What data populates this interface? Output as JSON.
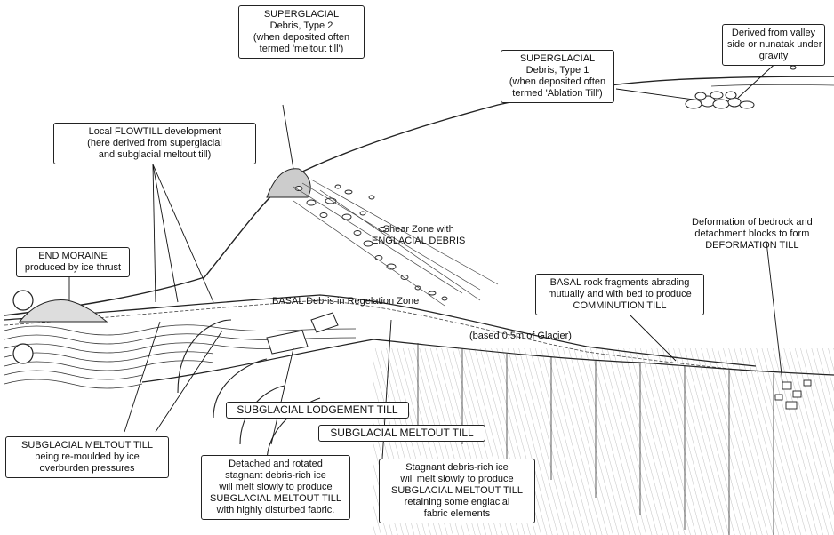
{
  "labels": {
    "superglacial_type2": [
      "SUPERGLACIAL",
      "Debris, Type 2",
      "(when deposited often",
      "termed 'meltout till')"
    ],
    "valley_side": [
      "Derived from valley",
      "side or nunatak under",
      "gravity"
    ],
    "superglacial_type1": [
      "SUPERGLACIAL",
      "Debris, Type 1",
      "(when deposited often",
      "termed 'Ablation Till')"
    ],
    "flowtill": [
      "Local FLOWTILL development",
      "(here derived from superglacial",
      "and subglacial meltout till)"
    ],
    "end_moraine": [
      "END MORAINE",
      "produced by ice thrust"
    ],
    "shear_zone": [
      "Shear Zone with",
      "ENGLACIAL DEBRIS"
    ],
    "deformation_till": [
      "Deformation of bedrock and",
      "detachment blocks to form",
      "DEFORMATION TILL"
    ],
    "basal_regelation": "BASAL Debris in Regelation Zone",
    "basal_comminution": [
      "BASAL rock fragments abrading",
      "mutually and with bed to produce",
      "COMMINUTION TILL"
    ],
    "based_note": "(based 0.5m of Glacier)",
    "subglacial_lodgement": "SUBGLACIAL LODGEMENT TILL",
    "subglacial_meltout": "SUBGLACIAL MELTOUT TILL",
    "remoulded": [
      "SUBGLACIAL MELTOUT TILL",
      "being re-moulded by ice",
      "overburden pressures"
    ],
    "detached_rotated": [
      "Detached and rotated",
      "stagnant debris-rich ice",
      "will melt slowly to produce",
      "SUBGLACIAL MELTOUT TILL",
      "with highly disturbed fabric."
    ],
    "stagnant_ice": [
      "Stagnant debris-rich ice",
      "will melt slowly to produce",
      "SUBGLACIAL MELTOUT TILL",
      "retaining some englacial",
      "fabric elements"
    ]
  }
}
